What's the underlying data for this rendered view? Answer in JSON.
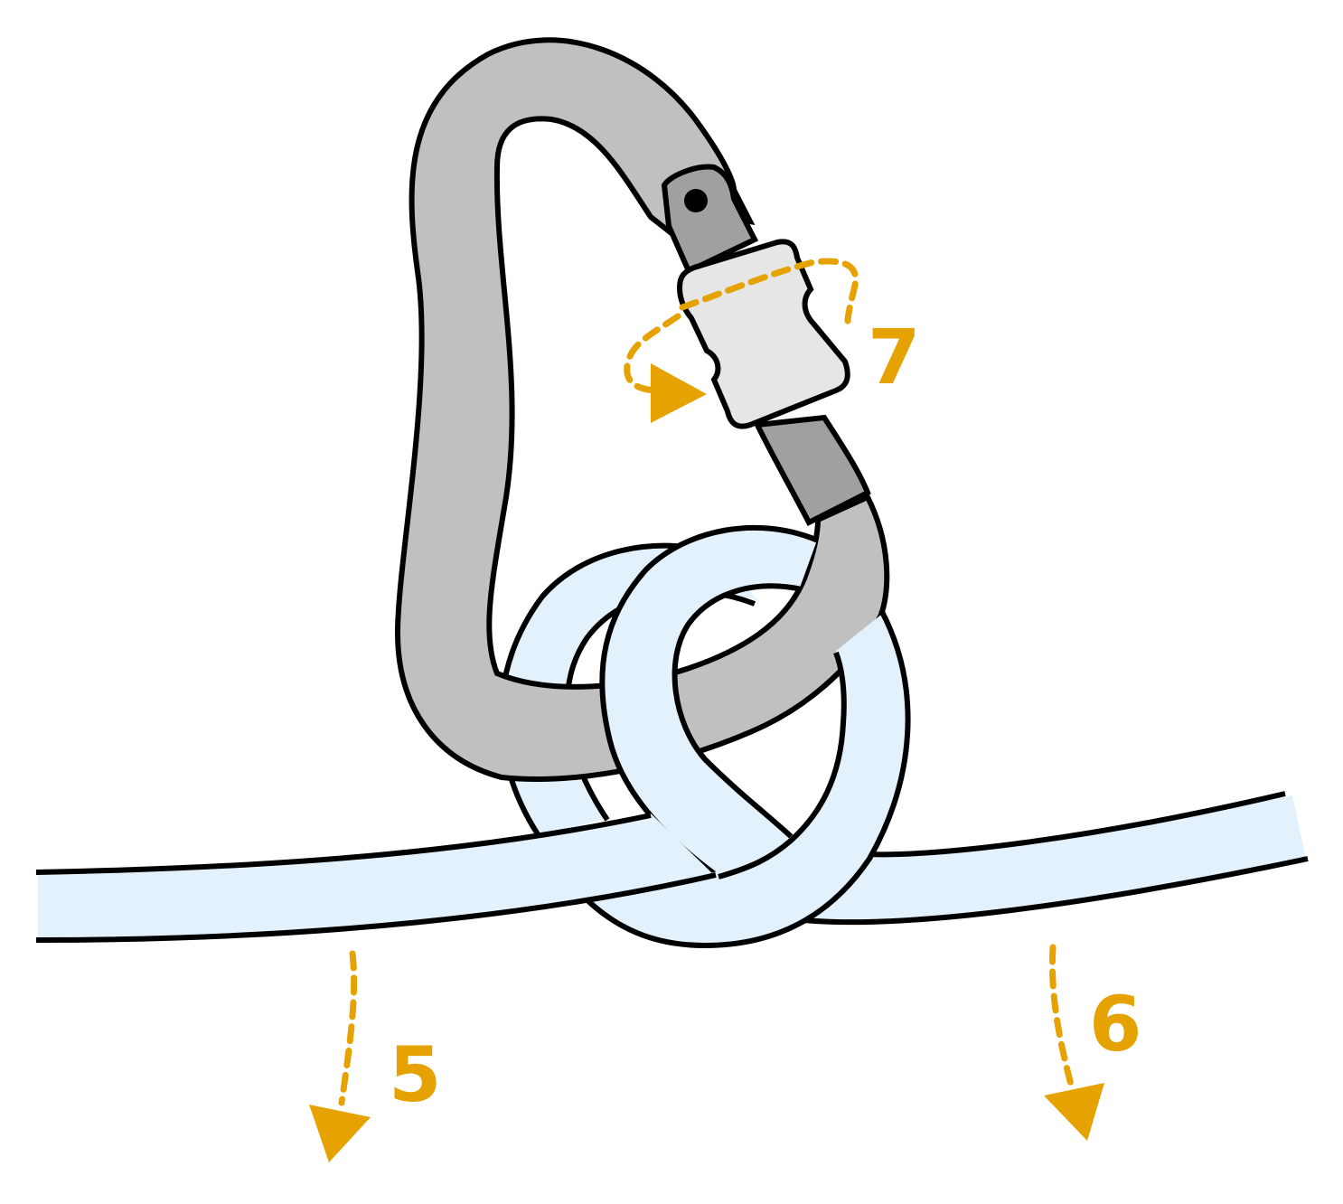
{
  "colors": {
    "rope_fill": "#e3f1fc",
    "carabiner_fill": "#c0c0c0",
    "gate_fill": "#a0a0a0",
    "sleeve_fill": "#e6e6e6",
    "outline": "#000000",
    "arrow": "#e6a200"
  },
  "steps": {
    "lock_sleeve": "7",
    "pull_left_strand": "5",
    "pull_right_strand": "6"
  }
}
